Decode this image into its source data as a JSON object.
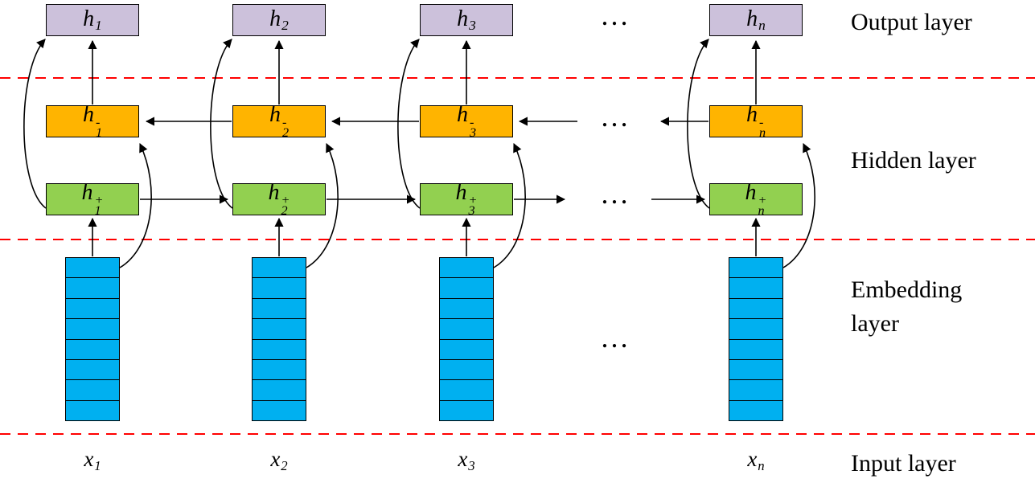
{
  "diagram": {
    "layer_labels": {
      "output": "Output layer",
      "hidden": "Hidden layer",
      "embedding_line1": "Embedding",
      "embedding_line2": "layer",
      "input": "Input layer"
    },
    "symbols": {
      "hidden_base": "h",
      "input_base": "x",
      "backward_sup": "-",
      "forward_sup": "+",
      "ellipsis": "…"
    },
    "columns": [
      {
        "sub": "1"
      },
      {
        "sub": "2"
      },
      {
        "sub": "3"
      },
      {
        "sub": "n"
      }
    ],
    "embedding_cell_count": 8,
    "colors": {
      "output-box": "#CCC1DB",
      "backward-box": "#FFB400",
      "forward-box": "#92D050",
      "embedding-box": "#00B0F0",
      "divider": "#FF0000",
      "arrow": "#000000"
    }
  }
}
